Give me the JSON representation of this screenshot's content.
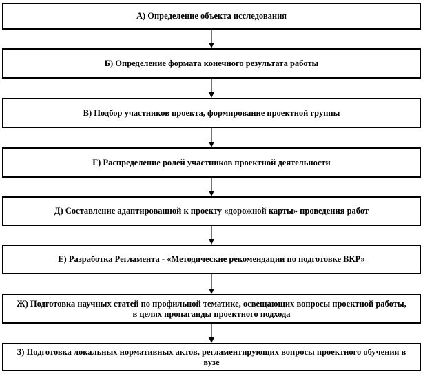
{
  "flowchart": {
    "type": "vertical-process-flow",
    "colors": {
      "background": "#ffffff",
      "box_fill": "#ffffff",
      "box_border": "#000000",
      "text": "#000000",
      "arrow_shaft": "#737373",
      "arrow_head": "#000000"
    },
    "steps": [
      {
        "key": "А",
        "label": "А) Определение объекта исследования"
      },
      {
        "key": "Б",
        "label": "Б) Определение формата конечного результата работы"
      },
      {
        "key": "В",
        "label": "В) Подбор участников проекта, формирование проектной группы"
      },
      {
        "key": "Г",
        "label": "Г) Распределение ролей участников проектной деятельности"
      },
      {
        "key": "Д",
        "label": "Д) Составление адаптированной к проекту «дорожной карты» проведения работ"
      },
      {
        "key": "Е",
        "label": "Е) Разработка Регламента - «Методические рекомендации по подготовке ВКР»"
      },
      {
        "key": "Ж",
        "label": "Ж) Подготовка  научных статей по профильной тематике, освещающих вопросы проектной работы, в целях пропаганды проектного подхода"
      },
      {
        "key": "З",
        "label": "З) Подготовка локальных нормативных актов, регламентирующих вопросы проектного обучения в вузе"
      }
    ]
  }
}
